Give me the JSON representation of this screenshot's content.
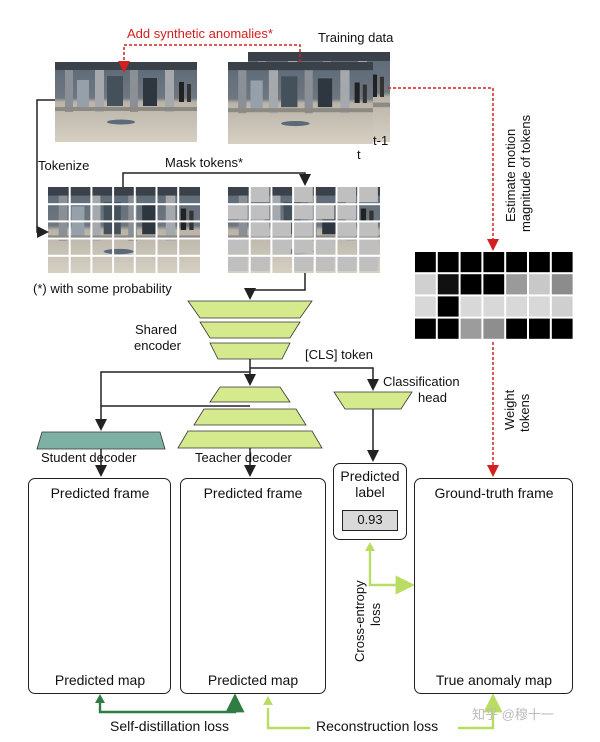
{
  "labels": {
    "add_synthetic": "Add synthetic anomalies*",
    "training_data": "Training data",
    "t_minus_1": "t-1",
    "t": "t",
    "tokenize": "Tokenize",
    "mask_tokens": "Mask tokens*",
    "with_probability": "(*) with some probability",
    "shared_encoder_1": "Shared",
    "shared_encoder_2": "encoder",
    "cls_token": "[CLS] token",
    "classification_1": "Classification",
    "classification_2": "head",
    "student_decoder": "Student  decoder",
    "teacher_decoder": "Teacher  decoder",
    "estimate_1": "Estimate motion",
    "estimate_2": "magnitude of tokens",
    "weight_1": "Weight",
    "weight_2": "tokens",
    "cross_entropy_1": "Cross-entropy",
    "cross_entropy_2": "loss",
    "self_distillation": "Self-distillation loss",
    "reconstruction": "Reconstruction loss"
  },
  "panels": {
    "student": {
      "title": "Predicted frame",
      "map": "Predicted map"
    },
    "teacher": {
      "title": "Predicted frame",
      "map": "Predicted map"
    },
    "label": {
      "title_1": "Predicted",
      "title_2": "label",
      "value": "0.93"
    },
    "ground_truth": {
      "title": "Ground-truth frame",
      "map": "True anomaly map"
    }
  },
  "watermark": "知乎 @穆十一",
  "colors": {
    "accent_red": "#d42020",
    "lime": "#d4ea8c",
    "student_teal": "#7fb0a4",
    "loss_green": "#2f7d42",
    "recon_lime": "#b9dd62"
  }
}
